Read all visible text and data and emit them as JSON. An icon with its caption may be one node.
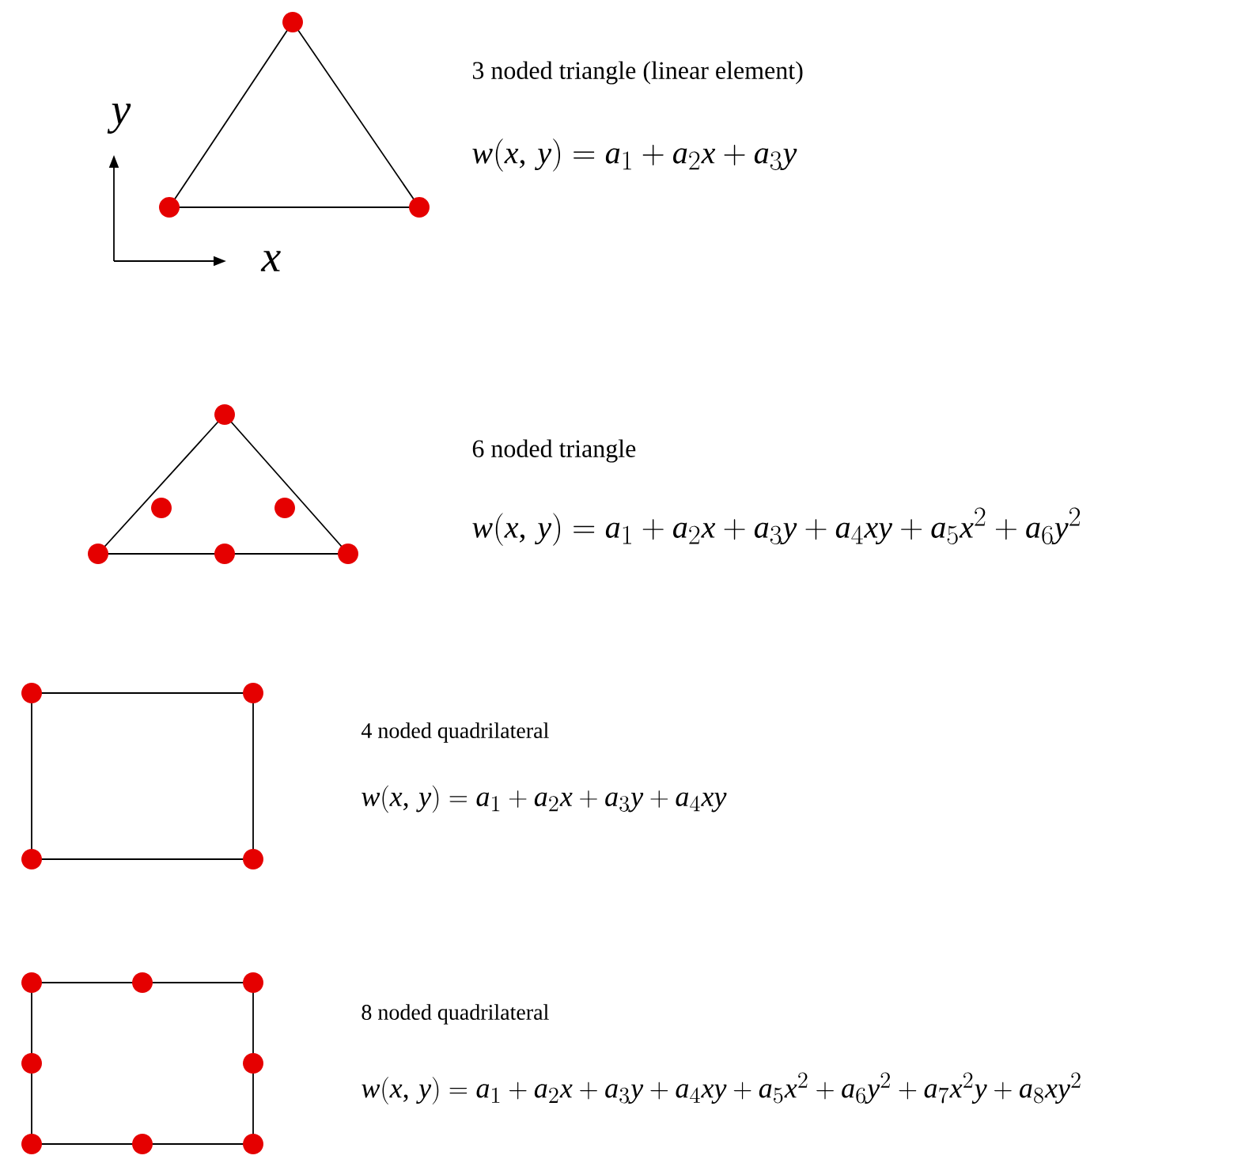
{
  "diagram": {
    "labels": [
      "y",
      "3 noded triangle (linear element)",
      "w(x,\\, y) = a_1 + a_2 x + a_3 y",
      "x",
      "6 noded triangle",
      "w(x,\\, y) = a_1 + a_2 x + a_3 y + a_4 xy + a_5 x^2 + a_6 y^2",
      "4 noded quadrilateral",
      "w(x,\\, y) = a_1 + a_2 x + a_3 y + a_4 xy",
      "8 noded quadrilateral",
      "w(x,\\, y) = a_1 + a_2 x + a_3 y + a_4 xy + a_5 x^2 + a_6 y^2 + a_7 x^2 y + a_8 xy^2"
    ]
  }
}
